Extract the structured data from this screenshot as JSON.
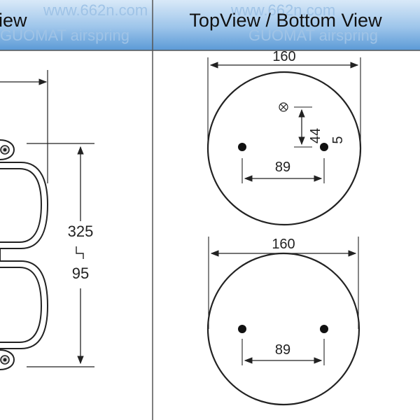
{
  "header": {
    "left_title": "iew",
    "right_title": "TopView / Bottom  View",
    "watermark_site": "www.662n.com",
    "watermark_brand": "GUOMAT  airspring"
  },
  "side_view": {
    "height_max": "325",
    "height_min": "95"
  },
  "top_view": {
    "diameter": "160",
    "bolt_spacing": "89",
    "air_inlet_offset": "44",
    "inlet_offset_small": "5"
  },
  "bottom_view": {
    "diameter": "160",
    "bolt_spacing": "89"
  },
  "colors": {
    "header_blue": "#5b9ad6",
    "border": "#555555",
    "line": "#222222"
  }
}
